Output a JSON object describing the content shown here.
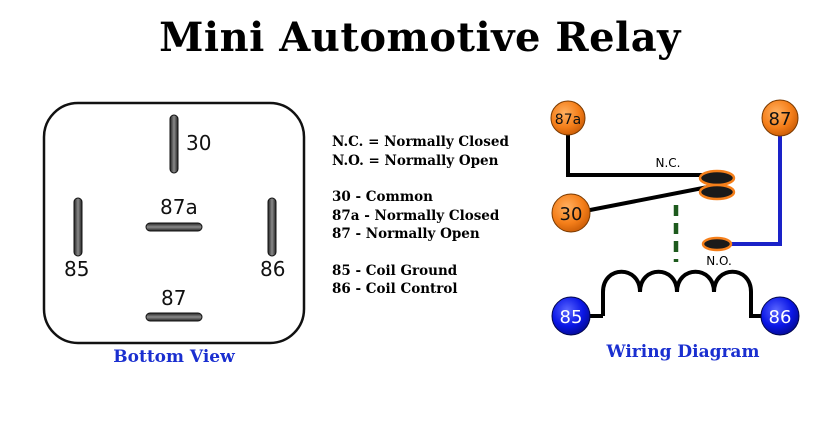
{
  "title": "Mini Automotive Relay",
  "bottom_view": {
    "caption": "Bottom View",
    "pins": {
      "p30": "30",
      "p87a": "87a",
      "p85": "85",
      "p86": "86",
      "p87": "87"
    }
  },
  "legend": {
    "abbrev": [
      "N.C. = Normally Closed",
      "N.O. = Normally Open"
    ],
    "pins": [
      "30 - Common",
      "87a - Normally Closed",
      "87 - Normally Open"
    ],
    "coil": [
      "85 - Coil Ground",
      "86 - Coil Control"
    ]
  },
  "wiring": {
    "caption": "Wiring Diagram",
    "t87a": "87a",
    "t87": "87",
    "t30": "30",
    "t85": "85",
    "t86": "86",
    "nc_label": "N.C.",
    "no_label": "N.O."
  },
  "colors": {
    "orange_terminal": "#f57f1a",
    "blue_terminal": "#0a16e6",
    "no_wire": "#1a22c8",
    "caption_blue": "#1a2fd0",
    "coil_link": "#1d5a1d"
  }
}
